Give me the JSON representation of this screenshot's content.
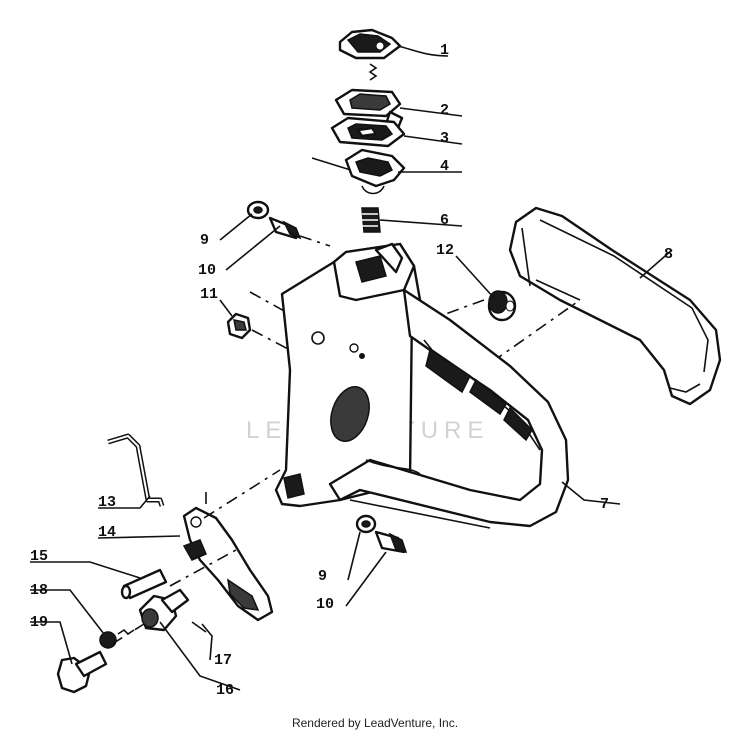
{
  "callouts": [
    "1",
    "2",
    "3",
    "4",
    "6",
    "9",
    "10",
    "11",
    "12",
    "8",
    "7",
    "13",
    "14",
    "15",
    "18",
    "19",
    "9",
    "10",
    "17",
    "16"
  ],
  "watermark": "LEADVENTURE",
  "footer": "Rendered by LeadVenture, Inc."
}
